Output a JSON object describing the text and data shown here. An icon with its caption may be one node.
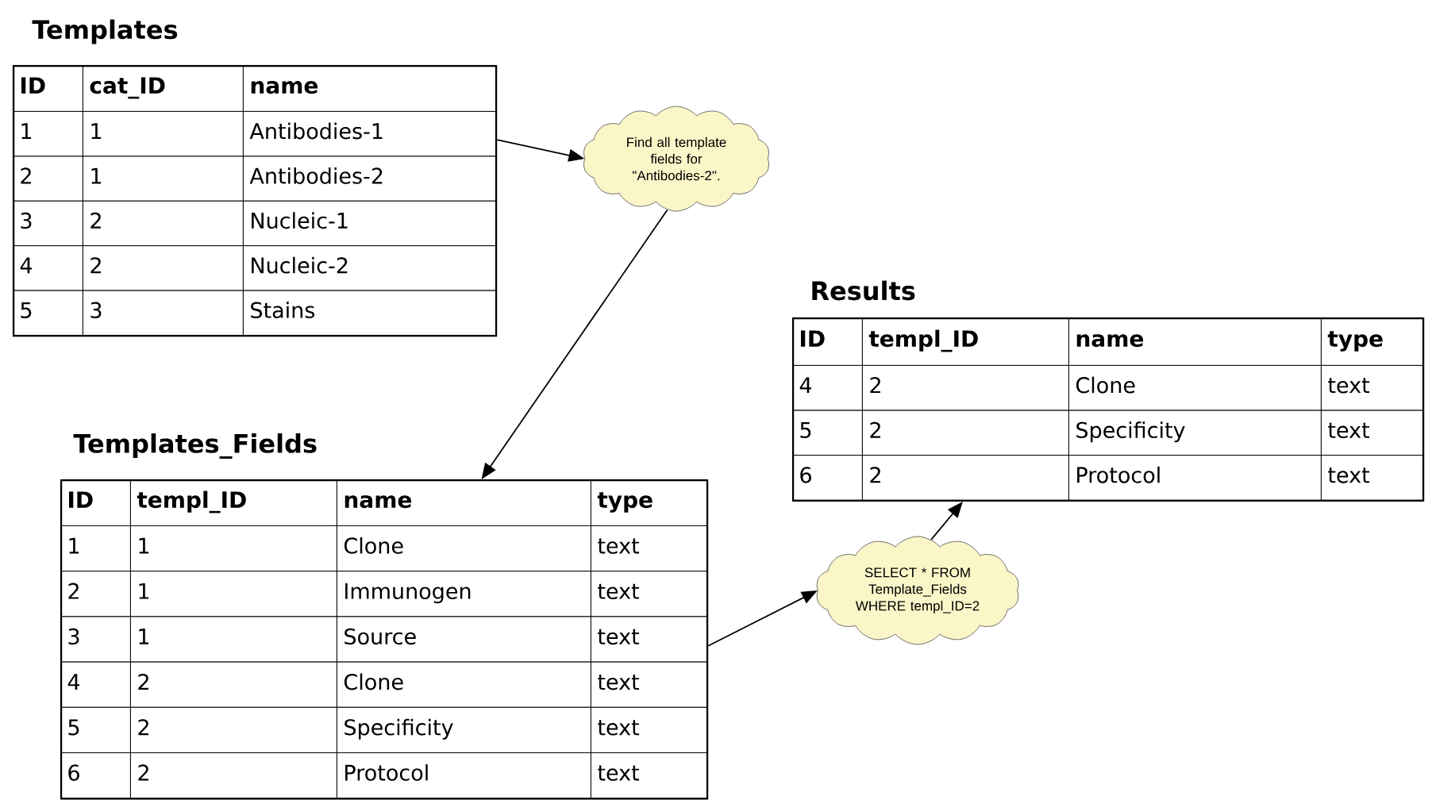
{
  "diagram": {
    "nodes": [
      {
        "text": [
          "Templates",
          "ID",
          "cat_ID",
          "name",
          "1",
          "1",
          "Antibodies-1",
          "2",
          "1",
          "Antibodies-2",
          "3",
          "2",
          "Nucleic-1",
          "4",
          "2",
          "Nucleic-2",
          "5",
          "3",
          "Stains"
        ]
      },
      {
        "text": [
          "Find all template fields for \"Antibodies-2\"."
        ]
      },
      {
        "text": [
          "Templates_Fields",
          "ID",
          "templ_ID",
          "name",
          "type",
          "1",
          "1",
          "Clone",
          "text",
          "2",
          "1",
          "Immunogen",
          "text",
          "3",
          "1",
          "Source",
          "text",
          "4",
          "2",
          "Clone",
          "text",
          "5",
          "2",
          "Specificity",
          "text",
          "6",
          "2",
          "Protocol",
          "text"
        ]
      },
      {
        "text": [
          "SELECT * FROM Template_Fields WHERE templ_ID=2"
        ]
      },
      {
        "text": [
          "Results",
          "ID",
          "templ_ID",
          "name",
          "type",
          "4",
          "2",
          "Clone",
          "text",
          "5",
          "2",
          "Specificity",
          "text",
          "6",
          "2",
          "Protocol",
          "text"
        ]
      }
    ],
    "edges": [
      {
        "from": 0,
        "to": 1,
        "arrow": "to"
      },
      {
        "from": 1,
        "to": 2,
        "arrow": "to"
      },
      {
        "from": 2,
        "to": 3,
        "arrow": "to"
      },
      {
        "from": 3,
        "to": 4,
        "arrow": "to"
      }
    ]
  }
}
